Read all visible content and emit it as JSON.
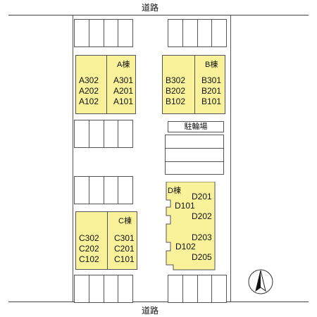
{
  "roads": {
    "top": "道路",
    "bottom": "道路"
  },
  "buildings": {
    "A": {
      "tag": "A棟",
      "units_left": [
        "A302",
        "A202",
        "A102"
      ],
      "units_right": [
        "A301",
        "A201",
        "A101"
      ]
    },
    "B": {
      "tag": "B棟",
      "units_left": [
        "B302",
        "B202",
        "B102"
      ],
      "units_right": [
        "B301",
        "B201",
        "B101"
      ]
    },
    "C": {
      "tag": "C棟",
      "units_left": [
        "C302",
        "C202",
        "C102"
      ],
      "units_right": [
        "C301",
        "C201",
        "C101"
      ]
    },
    "D": {
      "tag": "D棟",
      "units": [
        "D201",
        "D101",
        "D202",
        "D203",
        "D102",
        "D205"
      ]
    }
  },
  "bicycle_parking": {
    "label": "駐輪場"
  },
  "compass": {
    "icon": "north-arrow-icon"
  },
  "colors": {
    "building_fill": "#faf29a",
    "line": "#555555"
  }
}
